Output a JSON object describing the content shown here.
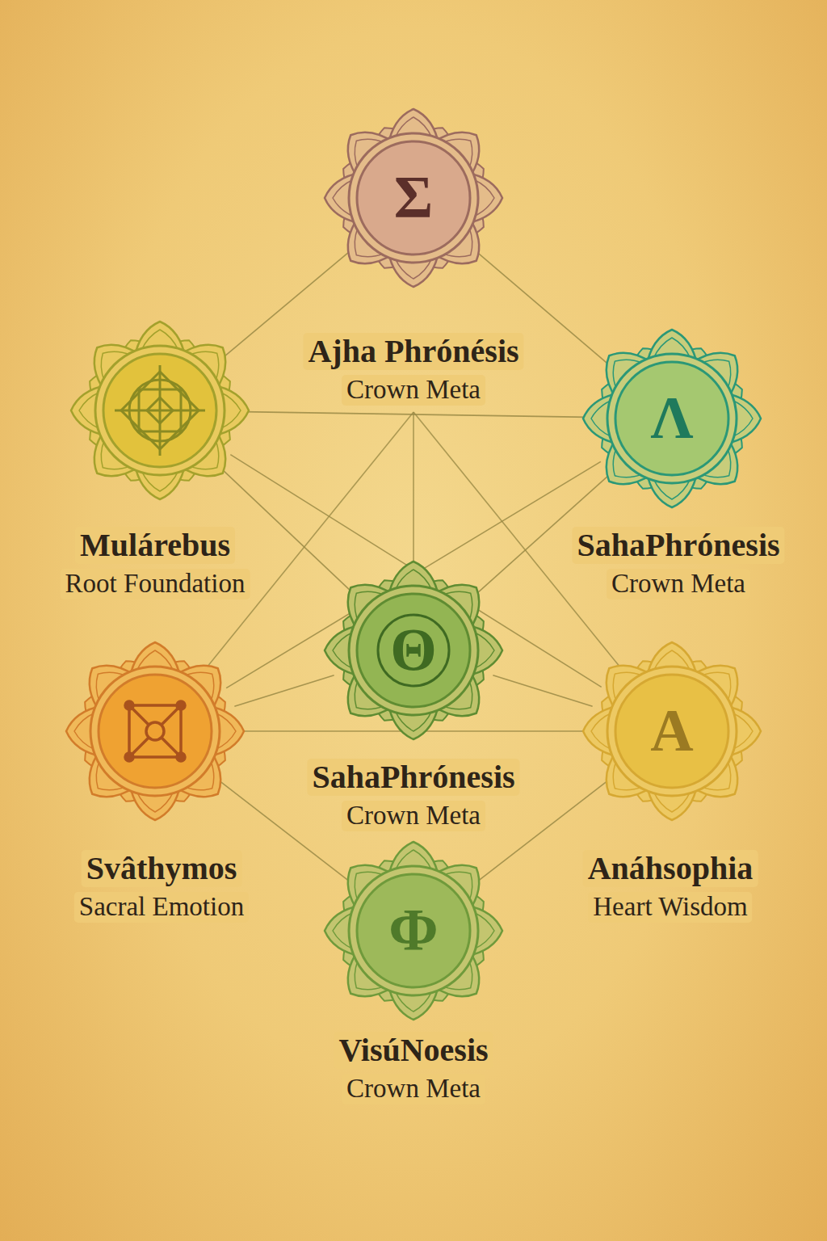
{
  "diagram": {
    "nodes": [
      {
        "text": [
          "Σ",
          "Ajha Phrónésis",
          "Crown Meta"
        ]
      },
      {
        "text": [
          "Mulárebus",
          "Root Foundation"
        ]
      },
      {
        "text": [
          "Λ",
          "SahaPhrónesis",
          "Crown Meta"
        ]
      },
      {
        "text": [
          "Θ",
          "SahaPhrónesis",
          "Crown Meta"
        ]
      },
      {
        "text": [
          "Svâthymos",
          "Sacral Emotion"
        ]
      },
      {
        "text": [
          "A",
          "Anáhsophia",
          "Heart Wisdom"
        ]
      },
      {
        "text": [
          "Φ",
          "VisúNoesis",
          "Crown Meta"
        ]
      }
    ],
    "edges": [
      {
        "from": 0,
        "to": 1,
        "arrow": "none"
      },
      {
        "from": 0,
        "to": 2,
        "arrow": "none"
      },
      {
        "from": 1,
        "to": 2,
        "arrow": "none"
      },
      {
        "from": 1,
        "to": 3,
        "arrow": "none"
      },
      {
        "from": 2,
        "to": 3,
        "arrow": "none"
      },
      {
        "from": 1,
        "to": 5,
        "arrow": "none"
      },
      {
        "from": 2,
        "to": 4,
        "arrow": "none"
      },
      {
        "from": 3,
        "to": 4,
        "arrow": "none"
      },
      {
        "from": 3,
        "to": 5,
        "arrow": "none"
      },
      {
        "from": 4,
        "to": 5,
        "arrow": "none"
      },
      {
        "from": 4,
        "to": 6,
        "arrow": "none"
      },
      {
        "from": 5,
        "to": 6,
        "arrow": "none"
      }
    ]
  }
}
